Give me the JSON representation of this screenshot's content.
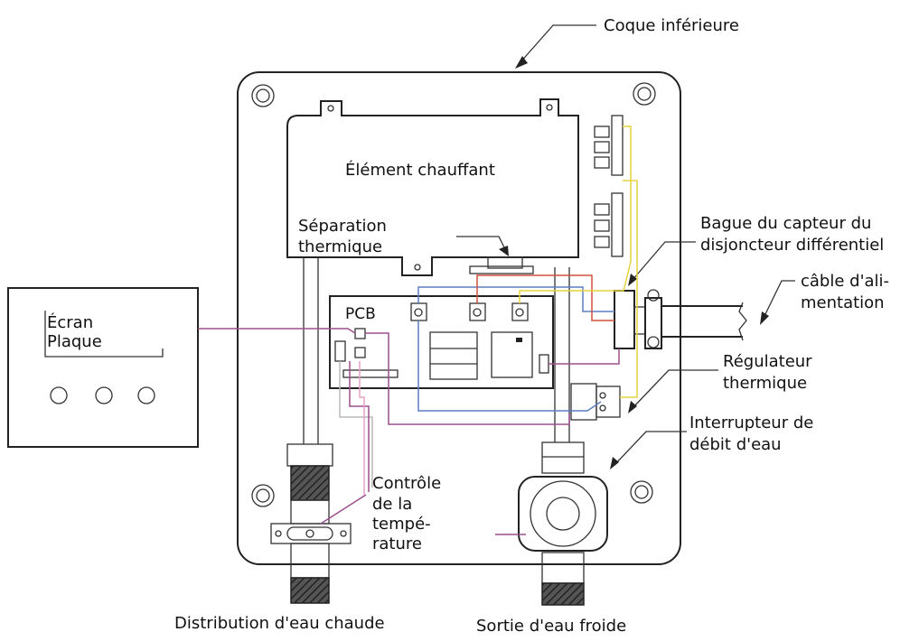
{
  "labels": {
    "coque": "Coque inférieure",
    "element": "Élément chauffant",
    "separation_1": "Séparation",
    "separation_2": "thermique",
    "bague_1": "Bague du capteur du",
    "bague_2": "disjoncteur différentiel",
    "cable_1": "câble d'ali-",
    "cable_2": "mentation",
    "ecran": "Écran",
    "plaque": "Plaque",
    "pcb": "PCB",
    "regulateur_1": "Régulateur",
    "regulateur_2": "thermique",
    "interrupteur_1": "Interrupteur de",
    "interrupteur_2": "débit d'eau",
    "controle_1": "Contrôle",
    "controle_2": "de la",
    "controle_3": "tempé-",
    "controle_4": "rature",
    "distribution": "Distribution d'eau chaude",
    "sortie": "Sortie d'eau froide"
  },
  "colors": {
    "wire_purple": "#9c4e8c",
    "wire_blue": "#5b7fc2",
    "wire_red": "#d0503c",
    "wire_yellow": "#e6d23c",
    "wire_grey": "#b9b9b9",
    "wire_pink": "#e6a0c8"
  }
}
